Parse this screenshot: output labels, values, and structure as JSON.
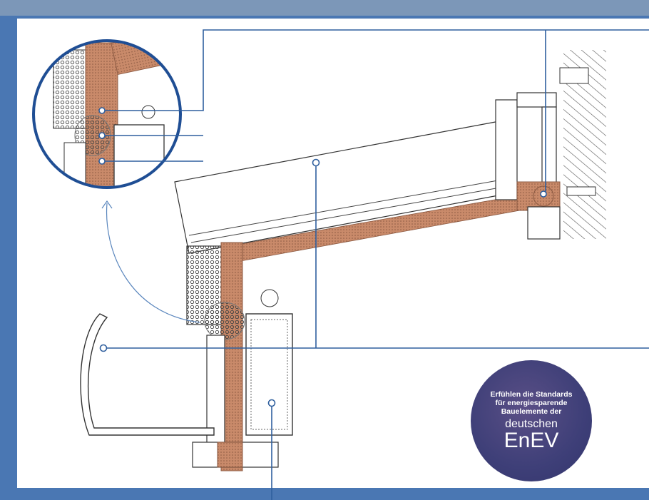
{
  "badge": {
    "line1": "Erfühlen die Standards",
    "line2": "für energiesparende",
    "line3": "Bauelemente der",
    "line4": "deutschen",
    "line5": "EnEV"
  },
  "colors": {
    "frame": "#4a77b3",
    "thermal_break": "#c98a6a",
    "callout_line": "#2f5f9e",
    "badge": "#3e3f78"
  }
}
